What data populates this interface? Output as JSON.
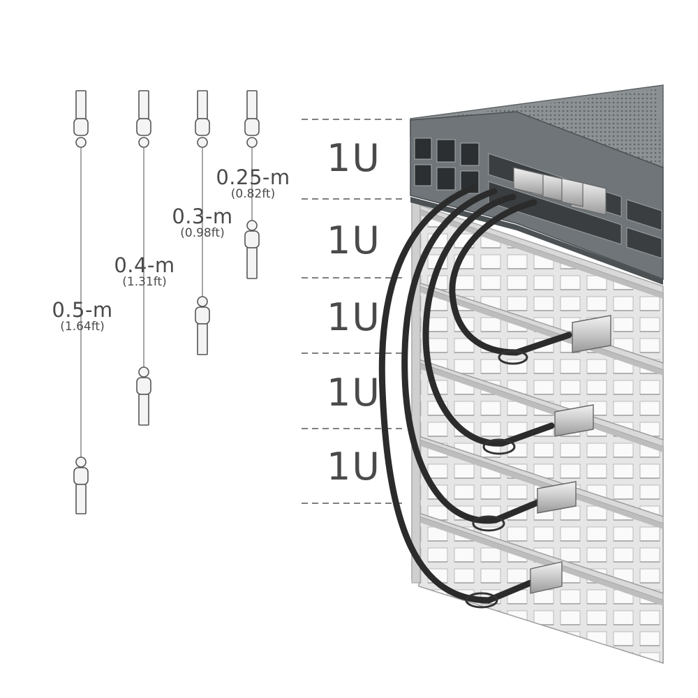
{
  "rack_unit_label": "1U",
  "cables": [
    {
      "meters": "0.5-m",
      "feet": "(1.64ft)"
    },
    {
      "meters": "0.4-m",
      "feet": "(1.31ft)"
    },
    {
      "meters": "0.3-m",
      "feet": "(0.98ft)"
    },
    {
      "meters": "0.25-m",
      "feet": "(0.82ft)"
    }
  ],
  "colors": {
    "cable": "#2b2b2b",
    "switch_top": "#8b9092",
    "switch_front": "#6f7578",
    "panel": "#e4e4e4",
    "text": "#4a4a4a"
  }
}
